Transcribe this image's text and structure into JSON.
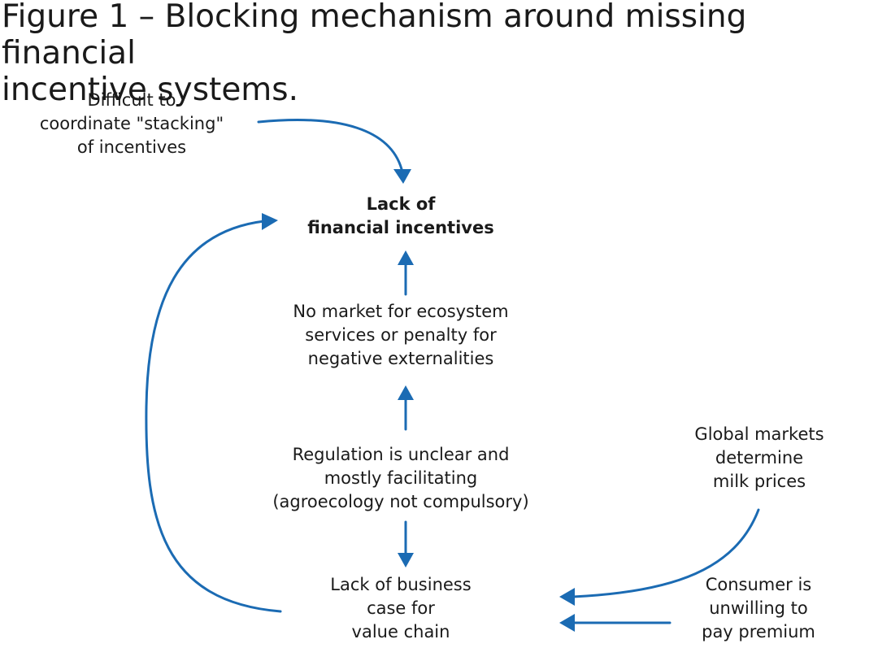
{
  "title": [
    "Figure 1 – Blocking mechanism around missing financial",
    "incentive systems."
  ],
  "nodes": {
    "stacking": [
      "Difficult to",
      "coordinate \"stacking\"",
      "of incentives"
    ],
    "lack_incentives": [
      "Lack of",
      "financial incentives"
    ],
    "no_market": [
      "No market for ecosystem",
      "services or penalty for",
      "negative externalities"
    ],
    "regulation": [
      "Regulation is unclear and",
      "mostly facilitating",
      "(agroecology not compulsory)"
    ],
    "global_markets": [
      "Global markets",
      "determine",
      "milk prices"
    ],
    "business_case": [
      "Lack of business",
      "case for",
      "value chain"
    ],
    "consumer": [
      "Consumer is",
      "unwilling to",
      "pay premium"
    ]
  },
  "colors": {
    "arrow": "#1b6bb3",
    "text": "#1a1a1a"
  }
}
